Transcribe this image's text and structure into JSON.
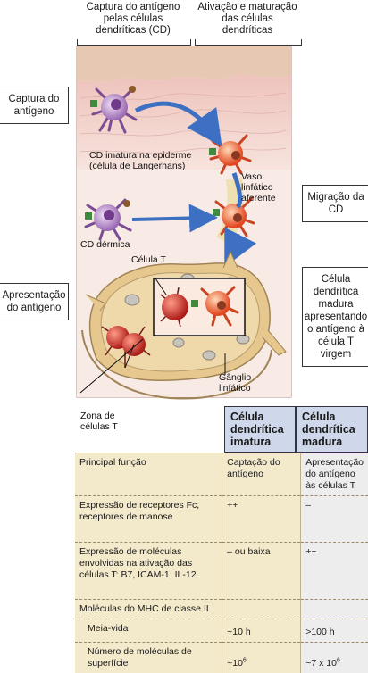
{
  "headers": {
    "left": "Captura do antígeno pelas células dendríticas (CD)",
    "right": "Ativação e maturação das células dendríticas"
  },
  "side_labels": {
    "capture": "Captura do antígeno",
    "migration": "Migração da CD",
    "presentation": "Apresentação do antígeno",
    "mature_presenting": "Célula dendrítica madura apresentando o antígeno à célula T virgem"
  },
  "diagram_labels": {
    "immature_dc": "CD imatura na epiderme (célula de Langerhans)",
    "lymph_vessel": "Vaso linfático aferente",
    "dermal_dc": "CD dérmica",
    "t_cell": "Célula T",
    "lymph_node": "Gânglio linfático",
    "t_cell_zone": "Zona de células T"
  },
  "table": {
    "col_headers": [
      "Célula dendrítica imatura",
      "Célula dendrítica madura"
    ],
    "rows": [
      {
        "label": "Principal função",
        "immature": "Captação do antígeno",
        "mature": "Apresentação do antígeno às células T"
      },
      {
        "label": "Expressão de receptores Fc, receptores de manose",
        "immature": "++",
        "mature": "–"
      },
      {
        "label": "Expressão de moléculas envolvidas na ativação das células T: B7, ICAM-1, IL-12",
        "immature": "– ou baixa",
        "mature": "++"
      },
      {
        "label": "Moléculas do MHC de classe II",
        "immature": "",
        "mature": ""
      },
      {
        "label": "Meia-vida",
        "immature": "~10 h",
        "mature": ">100 h"
      },
      {
        "label": "Número de moléculas de superfície",
        "immature": "~10",
        "immature_exp": "6",
        "mature": "~7 x 10",
        "mature_exp": "6"
      }
    ]
  },
  "colors": {
    "skin": "#f3cfc9",
    "immature_cell": "#b98bc9",
    "mature_cell": "#e8623a",
    "t_cell": "#c8201f",
    "arrow": "#3d6fc2",
    "node": "#e9cf98",
    "table_tan": "#f3e9cb",
    "header_blue": "#cfd8ea"
  }
}
